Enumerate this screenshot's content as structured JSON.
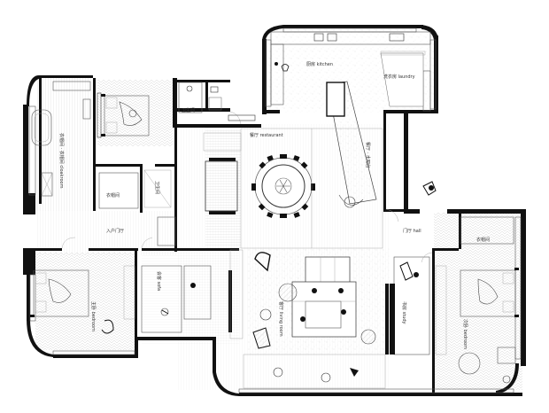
{
  "rooms": {
    "kitchen": "厨房 kitchen",
    "laundry": "洗衣房 laundry",
    "restaurant": "餐厅 restaurant",
    "bar_counter": "餐厅 · 水吧台",
    "master_bath": "卫生间",
    "cloakroom": "衣帽间",
    "master_cloak": "衣帽间 · 衣帽间 cloakroom",
    "bathroom_small": "卫生间",
    "entrance": "入户门厅",
    "corridor": "门厅 hall",
    "bedroom_master": "主卧 bedroom",
    "bedroom_guest": "次卧 bedroom",
    "study": "书房 study",
    "living": "客厅 living room",
    "lounge": "会客 sofa",
    "guest_cloak": "衣帽间"
  },
  "colors": {
    "wall": "#111111",
    "line": "#555555",
    "floor_speckle": "#d9d9d9"
  }
}
